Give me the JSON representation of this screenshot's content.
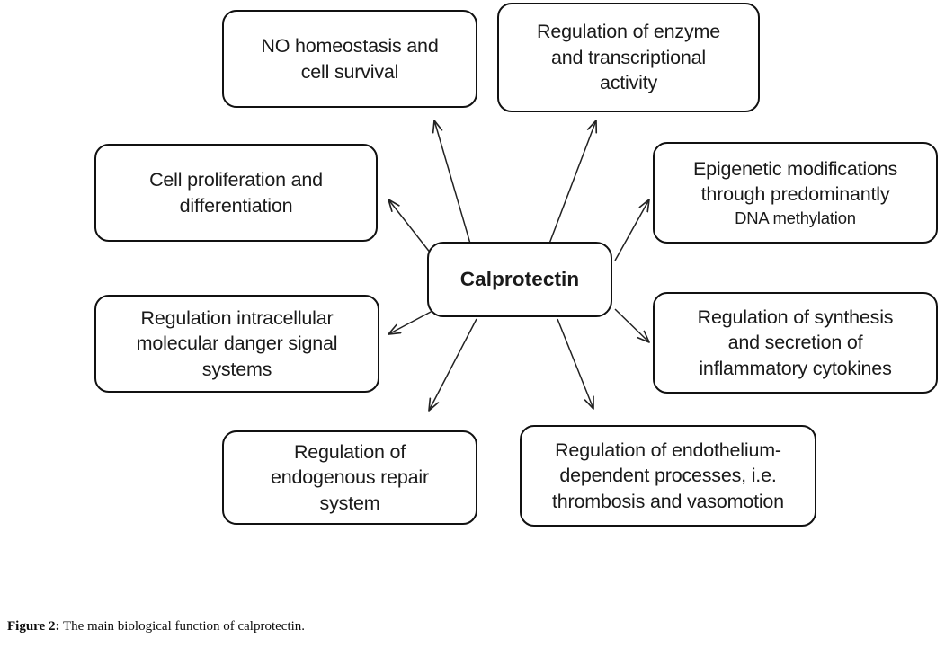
{
  "figure": {
    "caption_prefix": "Figure 2:",
    "caption_text": " The main biological function of calprotectin.",
    "colors": {
      "box_border": "#111111",
      "text": "#1a1a1a",
      "background": "#ffffff",
      "arrow": "#222222"
    }
  },
  "center": {
    "label": "Calprotectin"
  },
  "nodes": [
    {
      "id": "no-homeostasis",
      "label": "NO homeostasis and\ncell survival"
    },
    {
      "id": "enzyme-transcription",
      "label": "Regulation of enzyme\nand transcriptional\nactivity"
    },
    {
      "id": "cell-proliferation",
      "label": "Cell proliferation and\ndifferentiation"
    },
    {
      "id": "epigenetic",
      "label": "Epigenetic modifications\nthrough predominantly",
      "sublabel": "DNA methylation"
    },
    {
      "id": "danger-signal",
      "label": "Regulation intracellular\nmolecular danger signal\nsystems"
    },
    {
      "id": "cytokines",
      "label": "Regulation of synthesis\nand secretion of\ninflammatory cytokines"
    },
    {
      "id": "endogenous-repair",
      "label": "Regulation of\nendogenous repair\nsystem"
    },
    {
      "id": "endothelium",
      "label": "Regulation of endothelium-\ndependent processes, i.e.\nthrombosis and vasomotion"
    }
  ],
  "arrows": {
    "count": 8,
    "direction": "outward-from-center",
    "style": "thin-line-open-arrowhead"
  }
}
